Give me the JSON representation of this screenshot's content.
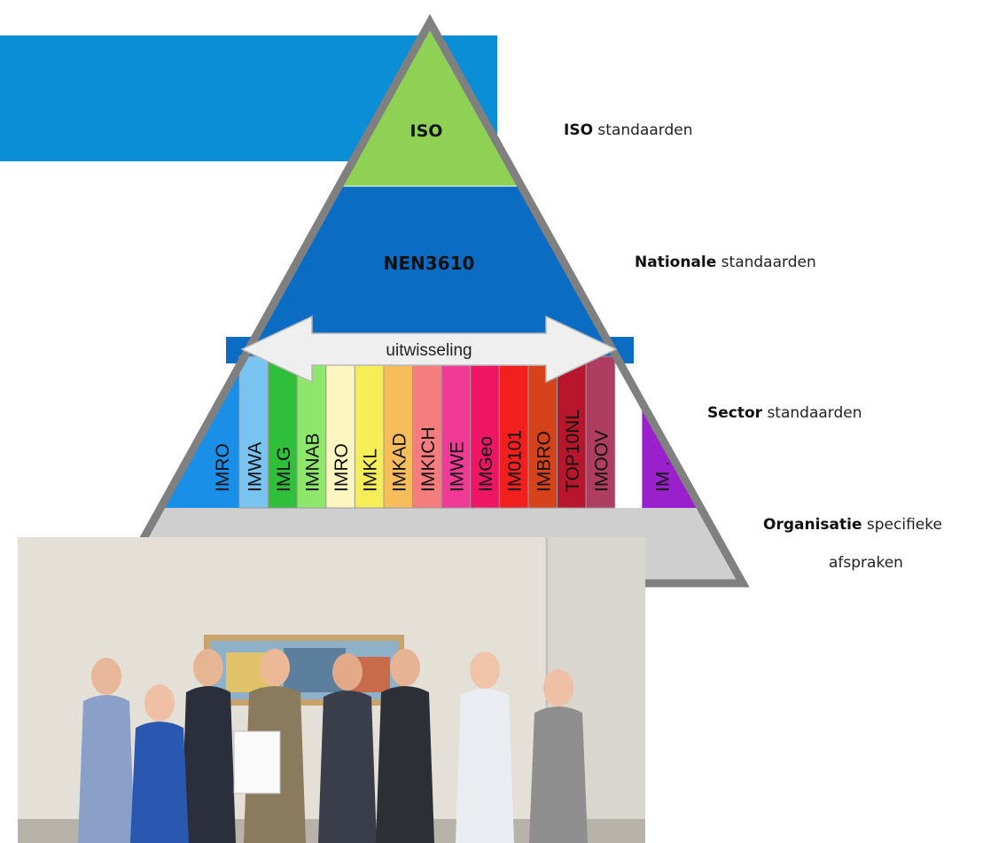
{
  "pyramid": {
    "top_label": "ISO",
    "middle_label": "NEN3610",
    "arrow_label": "uitwisseling",
    "sector_models": [
      {
        "label": "IMRO",
        "color": "#1a8fe8"
      },
      {
        "label": "IMWA",
        "color": "#78c3f0"
      },
      {
        "label": "IMLG",
        "color": "#2fbf3a"
      },
      {
        "label": "IMNAB",
        "color": "#8ee66a"
      },
      {
        "label": "IMRO",
        "color": "#fdf6c0"
      },
      {
        "label": "IMKL",
        "color": "#f5ee56"
      },
      {
        "label": "IMKAD",
        "color": "#f6bd5a"
      },
      {
        "label": "IMKICH",
        "color": "#f57d7d"
      },
      {
        "label": "IMWE",
        "color": "#f03a96"
      },
      {
        "label": "IMGeo",
        "color": "#ee1663"
      },
      {
        "label": "IM0101",
        "color": "#f21f1f"
      },
      {
        "label": "IMBRO",
        "color": "#d6421a"
      },
      {
        "label": "TOP10NL",
        "color": "#b7162d"
      },
      {
        "label": "IMOOV",
        "color": "#ad3e62"
      },
      {
        "label": "IM . . .",
        "color": "#9a1fcd"
      }
    ],
    "colors": {
      "iso": "#8fd155",
      "nen": "#0b6cc4",
      "base": "#cfcfcf",
      "outline": "#808080"
    }
  },
  "levels": [
    {
      "bold": "ISO",
      "rest": " standaarden"
    },
    {
      "bold": "Nationale",
      "rest": " standaarden"
    },
    {
      "bold": "Sector",
      "rest": " standaarden"
    },
    {
      "bold": "Organisatie",
      "rest": " specifieke",
      "line2": "afspraken"
    }
  ],
  "colors": {
    "banner": "#0a8fd6",
    "photo_wall": "#e6e2da"
  }
}
